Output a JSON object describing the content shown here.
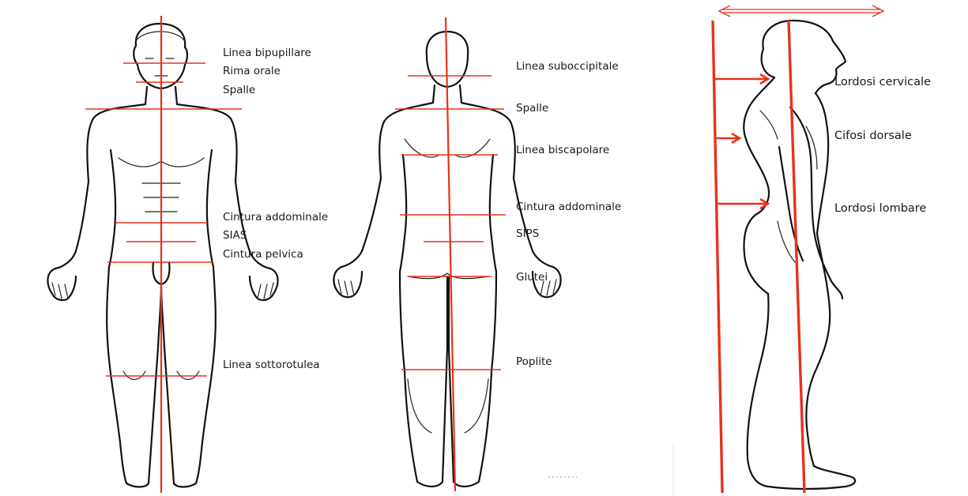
{
  "front_view": {
    "labels": [
      "Linea bipupillare",
      "Rima orale",
      "Spalle",
      "Cintura addominale",
      "SIAS",
      "Cintura pelvica",
      "Linea sottorotulea"
    ]
  },
  "back_view": {
    "labels": [
      "Linea suboccipitale",
      "Spalle",
      "Linea biscapolare",
      "Cintura addominale",
      "SIPS",
      "Glutei",
      "Poplite"
    ]
  },
  "side_view": {
    "labels": [
      "Lordosi cervicale",
      "Cifosi dorsale",
      "Lordosi lombare"
    ]
  },
  "colors": {
    "reference_line": "#e8321c",
    "outline": "#111111",
    "background": "#ffffff"
  }
}
